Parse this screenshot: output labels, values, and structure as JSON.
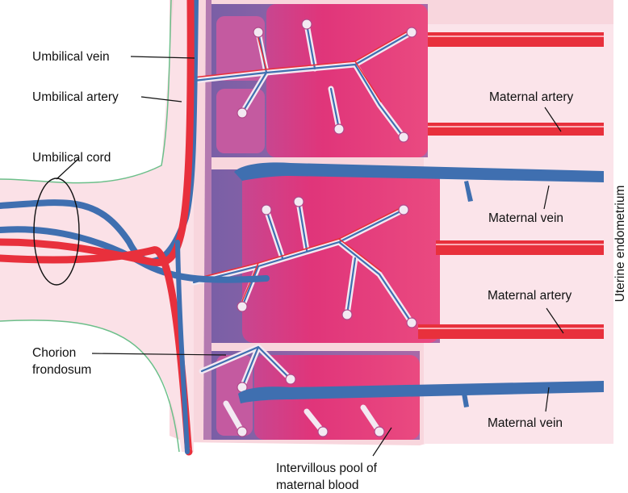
{
  "labels": {
    "umbilical_vein": "Umbilical vein",
    "umbilical_artery": "Umbilical artery",
    "umbilical_cord": "Umbilical cord",
    "chorion_line1": "Chorion",
    "chorion_line2": "frondosum",
    "maternal_artery_top": "Maternal artery",
    "maternal_vein_top": "Maternal vein",
    "maternal_artery_bottom": "Maternal artery",
    "maternal_vein_bottom": "Maternal vein",
    "intervillous_line1": "Intervillous pool of",
    "intervillous_line2": "maternal blood",
    "uterine_endometrium": "Uterine endometrium"
  },
  "colors": {
    "artery_red": "#e8303c",
    "vein_blue": "#3f6fb0",
    "lacuna_magenta": "#e0306e",
    "chorion_purple": "#8a6aa8",
    "tissue_pink": "#f6c9d3",
    "amnion_green": "#6cbf8a"
  }
}
